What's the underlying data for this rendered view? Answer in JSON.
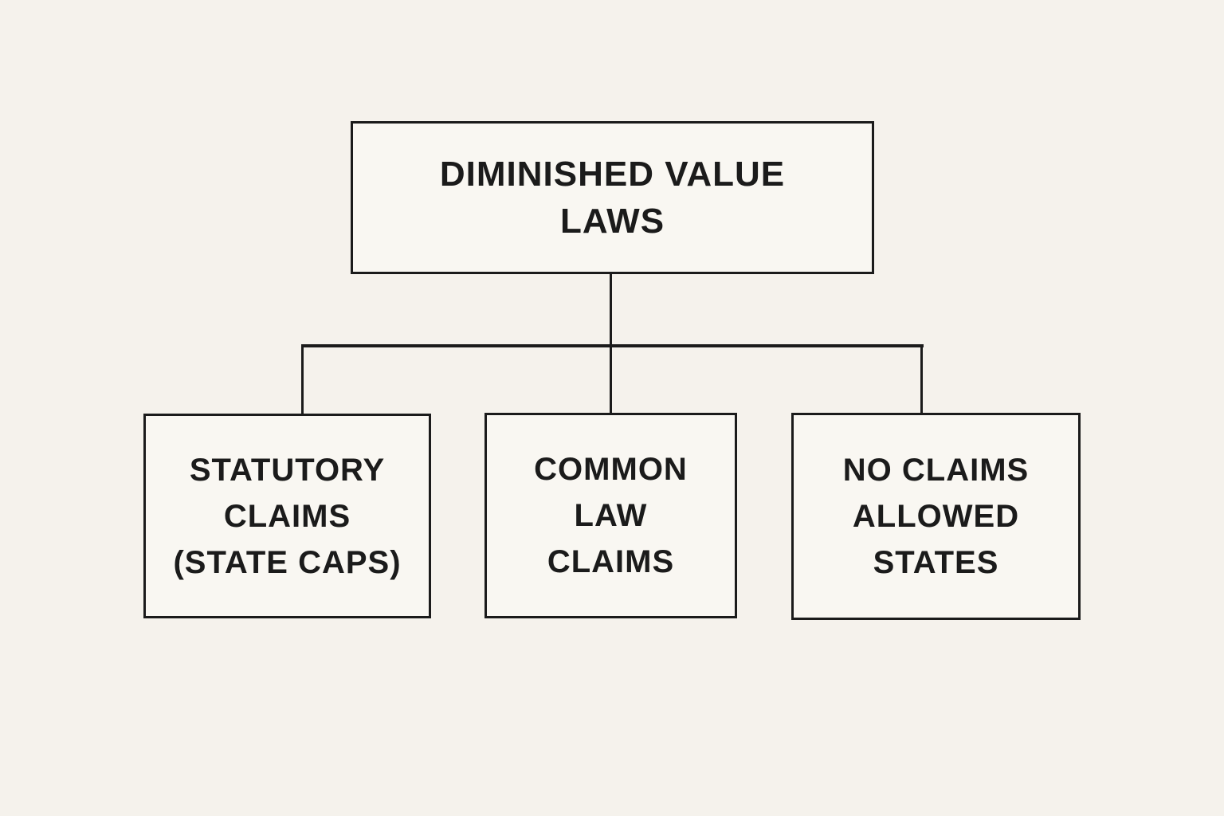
{
  "colors": {
    "background": "#f5f2ec",
    "box_fill": "#f9f7f2",
    "line": "#1b1b1b",
    "text": "#1b1b1b"
  },
  "diagram": {
    "type": "flowchart",
    "root": {
      "id": "diminished-value-laws",
      "label": "DIMINISHED VALUE\nLAWS"
    },
    "children": [
      {
        "id": "statutory-claims-state-caps",
        "label": "STATUTORY\nCLAIMS\n(STATE CAPS)"
      },
      {
        "id": "common-law-claims",
        "label": "COMMON\nLAW\nCLAIMS"
      },
      {
        "id": "no-claims-allowed-states",
        "label": "NO CLAIMS\nALLOWED\nSTATES"
      }
    ]
  }
}
